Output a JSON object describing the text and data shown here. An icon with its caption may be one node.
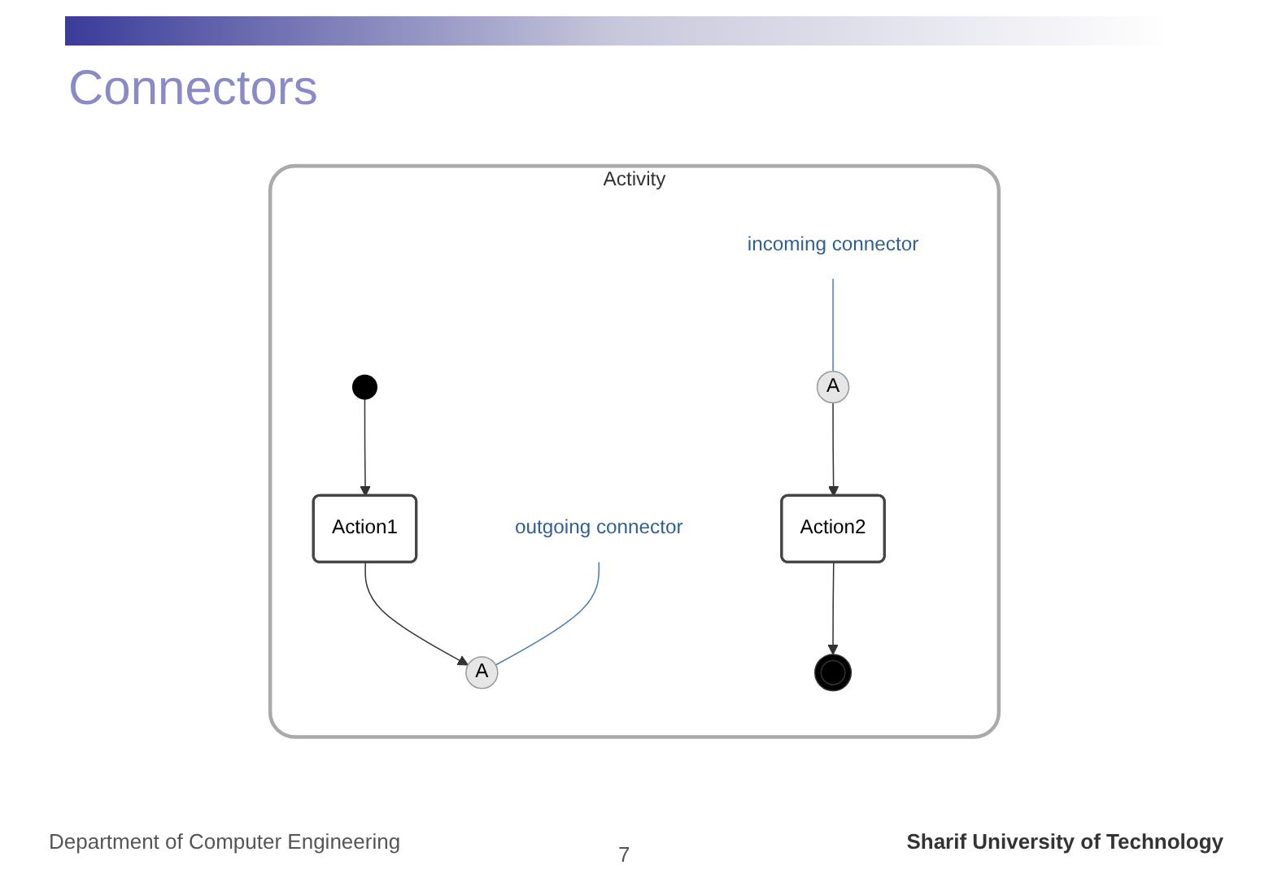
{
  "diagram": {
    "title": "Connectors",
    "nodes": [
      {
        "text": [
          "Activity"
        ]
      },
      {
        "text": [],
        "shape": "circle",
        "in": 0
      },
      {
        "text": [
          "Action1"
        ],
        "in": 0
      },
      {
        "text": [
          "A"
        ],
        "in": 0
      },
      {
        "text": [
          "outgoing connector"
        ],
        "in": 0
      },
      {
        "text": [
          "A"
        ],
        "in": 0
      },
      {
        "text": [
          "Action2"
        ],
        "in": 0
      },
      {
        "text": [],
        "shape": "circle",
        "in": 0
      },
      {
        "text": [
          "incoming connector"
        ],
        "in": 0
      }
    ],
    "edges": [
      {
        "from": 1,
        "to": 2,
        "arrow": "to"
      },
      {
        "from": 2,
        "to": 3,
        "arrow": "to"
      },
      {
        "from": 4,
        "to": 3,
        "arrow": "none",
        "color": "#4a7fb0"
      },
      {
        "from": 5,
        "to": 6,
        "arrow": "to"
      },
      {
        "from": 6,
        "to": 7,
        "arrow": "to"
      },
      {
        "from": 8,
        "to": 5,
        "arrow": "none",
        "color": "#4a7fb0"
      }
    ],
    "labels": [
      "Department of Computer Engineering",
      "7",
      "Sharif University of Technology"
    ]
  }
}
